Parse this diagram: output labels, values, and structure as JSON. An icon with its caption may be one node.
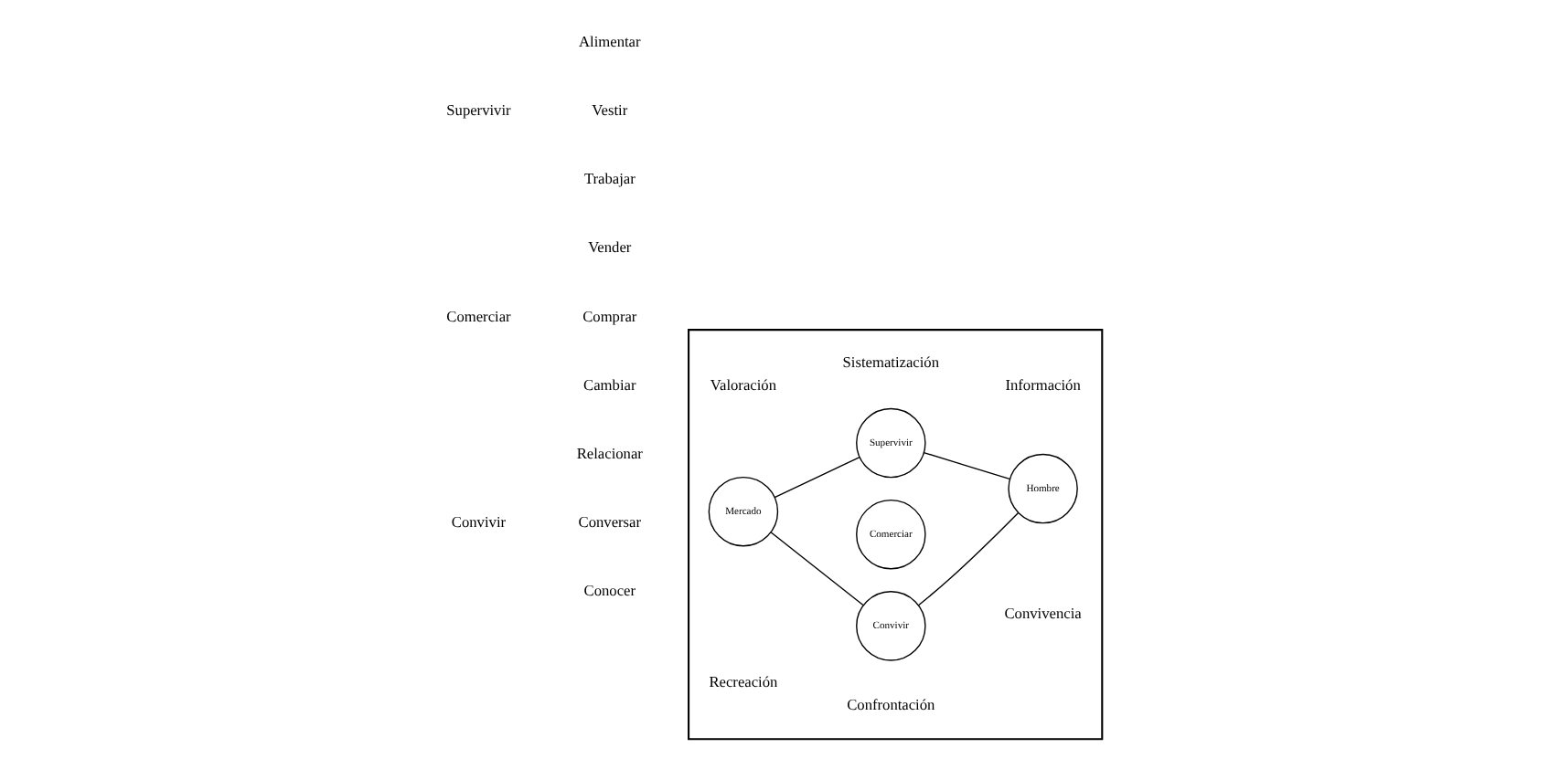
{
  "diagram": {
    "nodes": [
      {
        "text": [],
        "shape": "box"
      },
      {
        "text": [
          "Supervivir"
        ],
        "in": 0
      },
      {
        "text": [
          "Mercado"
        ],
        "in": 0
      },
      {
        "text": [
          "Comerciar"
        ],
        "in": 0
      },
      {
        "text": [
          "Hombre"
        ],
        "in": 0
      },
      {
        "text": [
          "Convivir"
        ],
        "in": 0
      }
    ],
    "edges": [
      {
        "from": 2,
        "to": 1,
        "arrow": "none"
      },
      {
        "from": 1,
        "to": 4,
        "arrow": "none"
      },
      {
        "from": 2,
        "to": 5,
        "arrow": "none"
      },
      {
        "from": 5,
        "to": 4,
        "arrow": "none"
      }
    ],
    "labels": [
      "Supervivir",
      "Alimentar",
      "Vestir",
      "Trabajar",
      "Comerciar",
      "Vender",
      "Comprar",
      "Cambiar",
      "Convivir",
      "Relacionar",
      "Conversar",
      "Conocer",
      "Valoración",
      "Sistematización",
      "Información",
      "Recreación",
      "Confrontación",
      "Convivencia"
    ]
  }
}
